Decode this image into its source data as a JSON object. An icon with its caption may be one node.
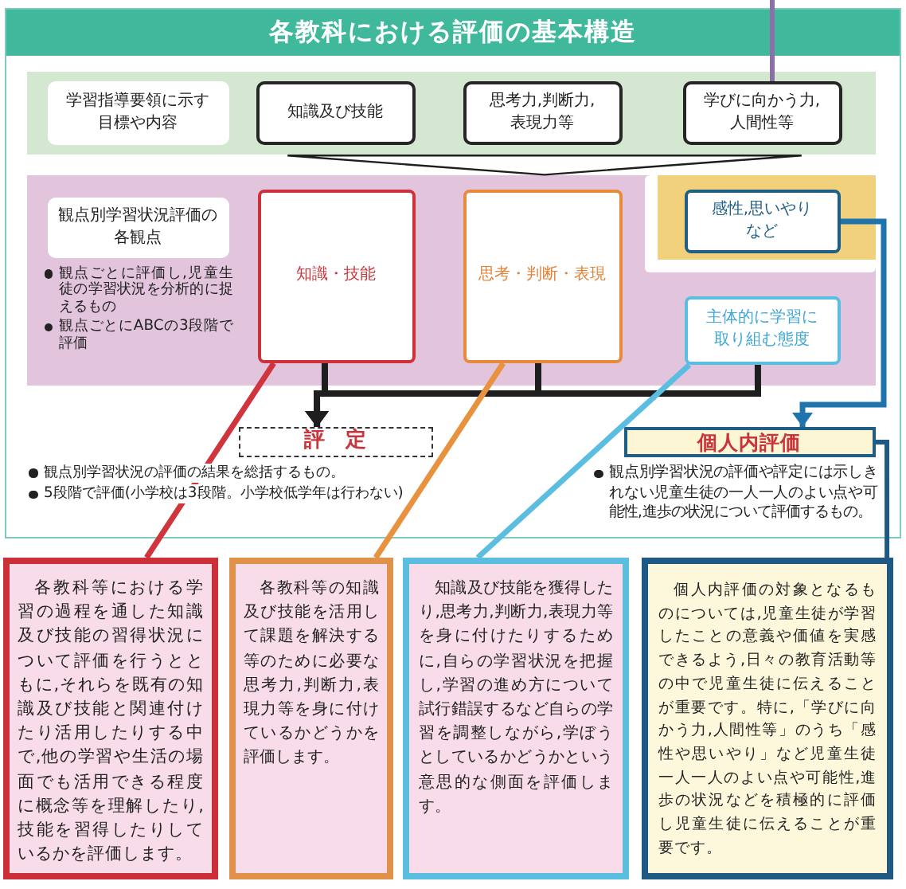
{
  "diagram": {
    "nodes": [
      {
        "text": [
          "各教科における評価の基本構造"
        ]
      },
      {
        "text": [],
        "shape": "band",
        "in": 0
      },
      {
        "text": [
          "学習指導要領に示す目標や内容"
        ],
        "in": 1
      },
      {
        "text": [
          "知識及び技能"
        ],
        "in": 1
      },
      {
        "text": [
          "思考力,判断力,表現力等"
        ],
        "in": 1
      },
      {
        "text": [
          "学びに向かう力,人間性等"
        ],
        "in": 1
      },
      {
        "text": [
          "観点ごとに評価し,児童生徒の学習状況を分析的に捉えるもの",
          "観点ごとにABCの3段階で評価"
        ],
        "in": 0
      },
      {
        "text": [
          "観点別学習状況評価の各観点"
        ],
        "in": 6
      },
      {
        "text": [
          "知識・技能"
        ],
        "in": 6
      },
      {
        "text": [
          "思考・判断・表現"
        ],
        "in": 6
      },
      {
        "text": [],
        "shape": "box",
        "in": 6
      },
      {
        "text": [
          "感性,思いやりなど"
        ],
        "in": 10
      },
      {
        "text": [
          "主体的に学習に取り組む態度"
        ],
        "in": 6
      },
      {
        "text": [
          "評　定"
        ],
        "in": 0,
        "beside": [
          "観点別学習状況の評価の結果を総括するもの。",
          "5段階で評価(小学校は3段階。小学校低学年は行わない)"
        ]
      },
      {
        "text": [
          "個人内評価"
        ],
        "in": 0,
        "beside": [
          "観点別学習状況の評価や評定には示しきれない児童生徒の一人一人のよい点や可能性,進歩の状況について評価するもの。"
        ]
      },
      {
        "text": [
          "各教科等における学習の過程を通した知識及び技能の習得状況について評価を行うとともに,それらを既有の知識及び技能と関連付けたり活用したりする中で,他の学習や生活の場面でも活用できる程度に概念等を理解したり,技能を習得したりしているかを評価します。"
        ]
      },
      {
        "text": [
          "各教科等の知識及び技能を活用して課題を解決する等のために必要な思考力,判断力,表現力等を身に付けているかどうかを評価します。"
        ]
      },
      {
        "text": [
          "知識及び技能を獲得したり,思考力,判断力,表現力等を身に付けたりするために,自らの学習状況を把握し,学習の進め方について試行錯誤するなど自らの学習を調整しながら,学ぼうとしているかどうかという意思的な側面を評価します。"
        ]
      },
      {
        "text": [
          "個人内評価の対象となるものについては,児童生徒が学習したことの意義や価値を実感できるよう,日々の教育活動等の中で児童生徒に伝えることが重要です。特に,「学びに向かう力,人間性等」のうち「感性や思いやり」など児童生徒一人一人のよい点や可能性,進歩の状況などを積極的に評価し児童生徒に伝えることが重要です。"
        ]
      },
      {
        "text": [],
        "shape": "triangle",
        "in": 0
      }
    ],
    "edges": [
      {
        "from": null,
        "to": 5,
        "arrow": "none",
        "color": "#8b6fa7"
      },
      {
        "from": 8,
        "to": 13,
        "arrow": "to"
      },
      {
        "from": 9,
        "to": 13,
        "arrow": "to"
      },
      {
        "from": 12,
        "to": 13,
        "arrow": "to"
      },
      {
        "from": 11,
        "to": 14,
        "arrow": "to",
        "color": "#1f74ad"
      },
      {
        "from": 8,
        "to": 15,
        "arrow": "none",
        "color": "#d0343c"
      },
      {
        "from": 9,
        "to": 16,
        "arrow": "none",
        "color": "#e8913f"
      },
      {
        "from": 12,
        "to": 17,
        "arrow": "none",
        "color": "#5bbde0"
      },
      {
        "from": 14,
        "to": 18,
        "arrow": "none",
        "color": "#1f5a85"
      }
    ]
  }
}
